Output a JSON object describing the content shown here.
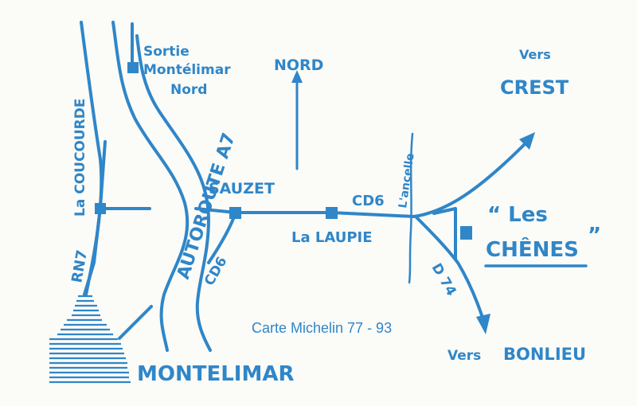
{
  "colors": {
    "ink": "#2f86c8",
    "paper": "#fbfbf8"
  },
  "labels": {
    "sortie_line1": "Sortie",
    "sortie_line2": "Montélimar",
    "sortie_line3": "Nord",
    "nord": "NORD",
    "vers_crest_1": "Vers",
    "vers_crest_2": "CREST",
    "la_coucourde": "La COUCOURDE",
    "autoroute": "AUTOROUTE A7",
    "sauzet": "SAUZET",
    "cd6_main": "CD6",
    "ancelle": "L'ancelle",
    "les": "“ Les",
    "chenes": "CHÊNES",
    "chenes_close": "”",
    "la_laupie": "La LAUPIE",
    "cd6_branch": "CD6",
    "rn7": "RN7",
    "d74": "D 74",
    "carte": "Carte Michelin 77 - 93",
    "vers_bonlieu_1": "Vers",
    "vers_bonlieu_2": "BONLIEU",
    "montelimar": "MONTELIMAR"
  }
}
